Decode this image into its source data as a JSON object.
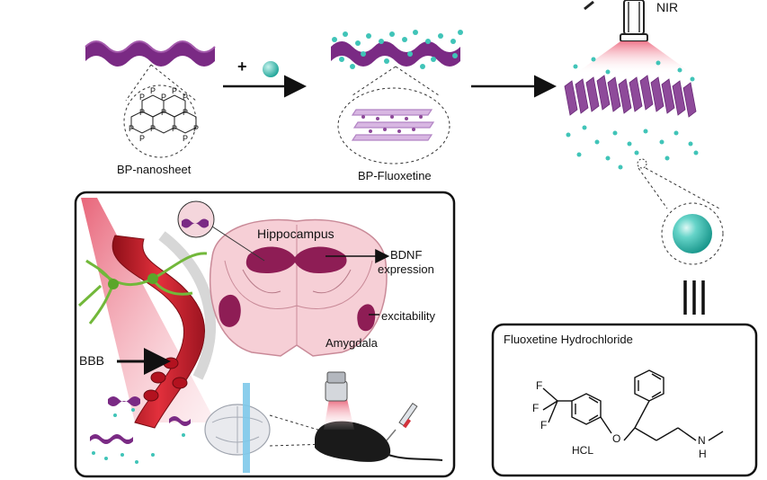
{
  "labels": {
    "nir": "NIR",
    "plus": "+",
    "bp_nanosheet": "BP-nanosheet",
    "bp_fluoxetine": "BP-Fluoxetine",
    "hippocampus": "Hippocampus",
    "bdnf": "BDNF",
    "expression": "expression",
    "excitability": "excitability",
    "amygdala": "Amygdala",
    "bbb": "BBB",
    "fluoxetine_title": "Fluoxetine Hydrochloride",
    "atom_f1": "F",
    "atom_f2": "F",
    "atom_f3": "F",
    "atom_o": "O",
    "atom_n": "N",
    "atom_h": "H",
    "hcl": "HCL"
  },
  "phosphorus_atoms": [
    "P",
    "P",
    "P",
    "P",
    "P",
    "P",
    "P",
    "P",
    "P",
    "P",
    "P",
    "P",
    "P",
    "P"
  ],
  "colors": {
    "sheet": "#7a2a84",
    "sheet_dark": "#56185e",
    "drug": "#40c4b8",
    "brain_pink": "#f6cfd6",
    "brain_region": "#8e1d55",
    "vessel": "#c8202c",
    "neuron": "#72b83a",
    "nir_beam": "#f28fa0"
  }
}
